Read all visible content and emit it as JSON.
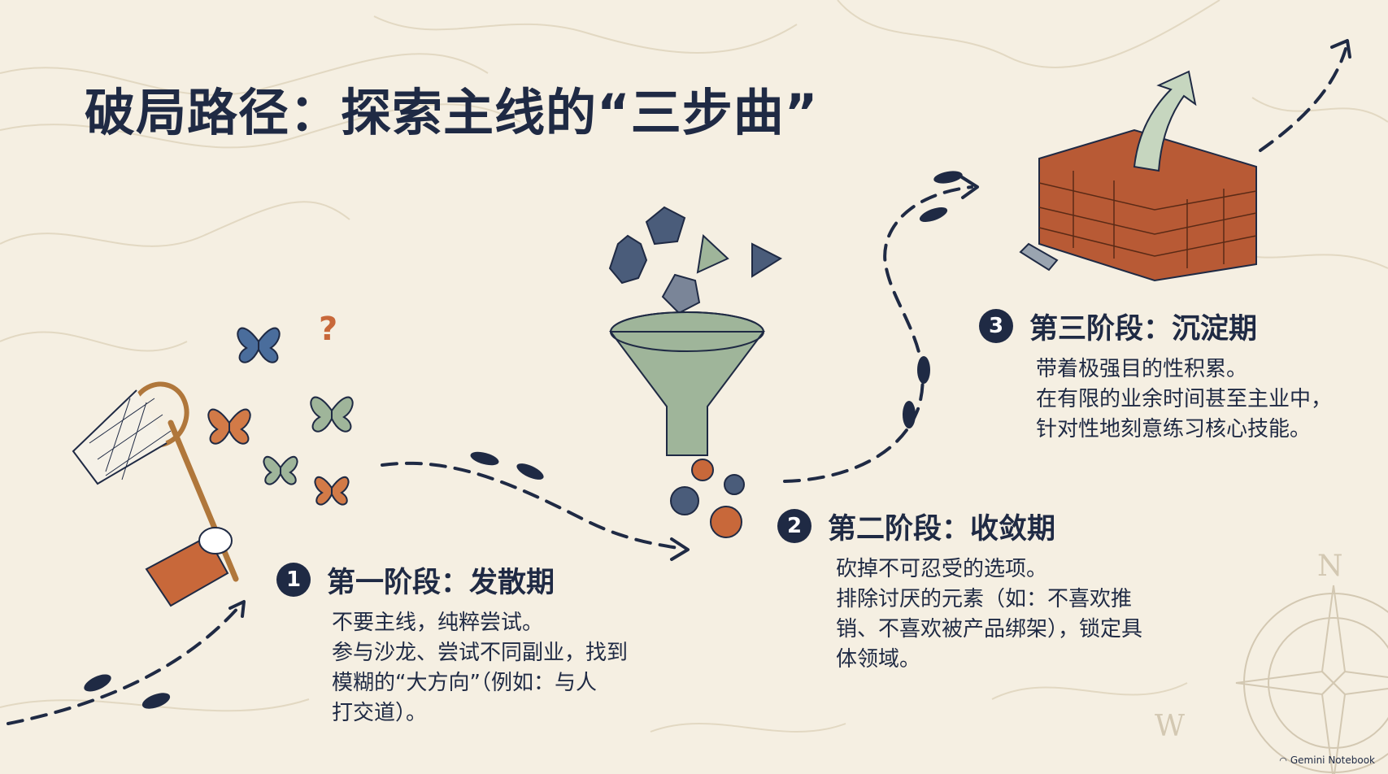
{
  "title": "破局路径：探索主线的“三步曲”",
  "stages": [
    {
      "number": "1",
      "title": "第一阶段：发散期",
      "lines": [
        "不要主线，纯粹尝试。",
        "参与沙龙、尝试不同副业，找到",
        "模糊的“大方向”（例如：与人",
        "打交道）。"
      ]
    },
    {
      "number": "2",
      "title": "第二阶段：收敛期",
      "lines": [
        "砍掉不可忍受的选项。",
        "排除讨厌的元素（如：不喜欢推",
        "销、不喜欢被产品绑架），锁定具",
        "体领域。"
      ]
    },
    {
      "number": "3",
      "title": "第三阶段：沉淀期",
      "lines": [
        "带着极强目的性积累。",
        "在有限的业余时间甚至主业中，",
        "针对性地刻意练习核心技能。"
      ]
    }
  ],
  "compass": {
    "north": "N",
    "west": "W"
  },
  "illustration_marks": {
    "question_mark": "?"
  },
  "footer": {
    "brand": "Gemini Notebook",
    "logo_icon": "gemini-notebook-icon"
  },
  "colors": {
    "background": "#f5efe2",
    "navy": "#1f2a44",
    "sage": "#9fb59a",
    "rust": "#c8683a",
    "brick": "#b85a35"
  }
}
